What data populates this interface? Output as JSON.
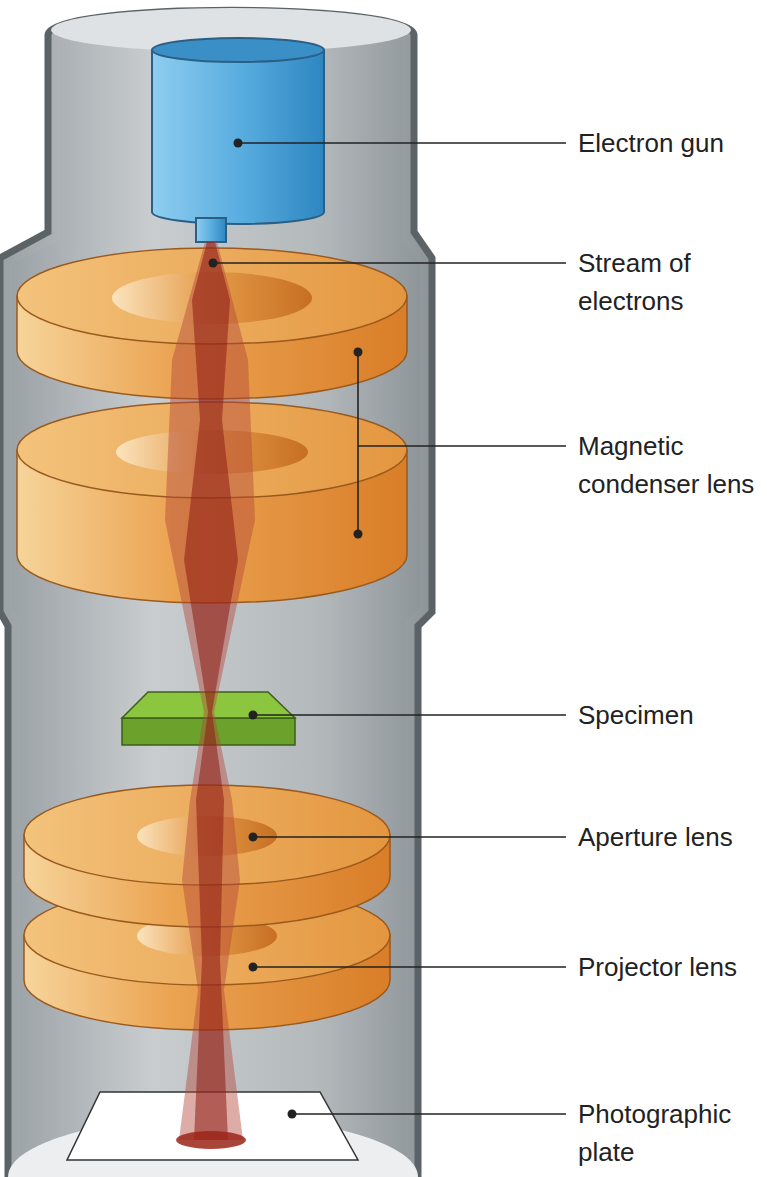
{
  "diagram": {
    "labels": [
      "Electron gun",
      "Stream of electrons",
      "Magnetic condenser lens",
      "Specimen",
      "Aperture lens",
      "Projector lens",
      "Photographic plate"
    ]
  }
}
